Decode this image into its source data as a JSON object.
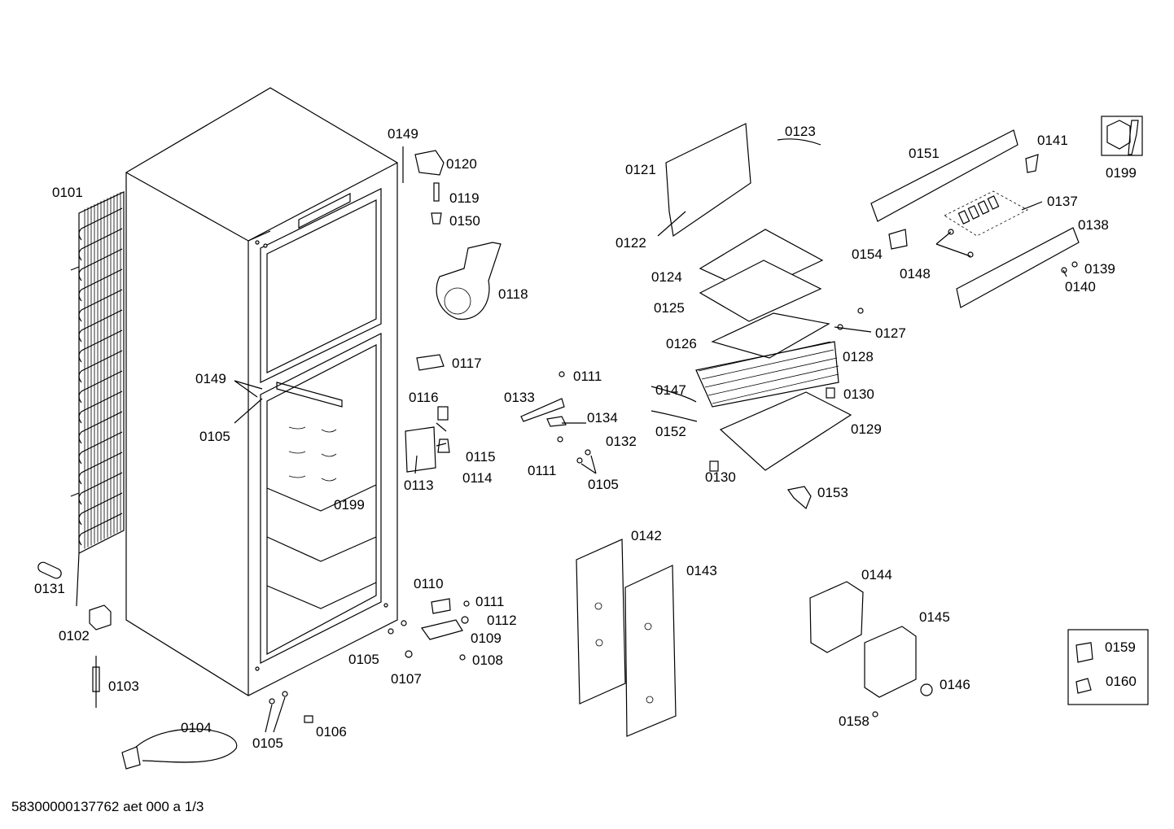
{
  "labels": {
    "l0101": "0101",
    "l0149a": "0149",
    "l0120": "0120",
    "l0119": "0119",
    "l0150": "0150",
    "l0118": "0118",
    "l0117": "0117",
    "l0149b": "0149",
    "l0105a": "0105",
    "l0116": "0116",
    "l0115": "0115",
    "l0114": "0114",
    "l0113": "0113",
    "l0199a": "0199",
    "l0131": "0131",
    "l0102": "0102",
    "l0103": "0103",
    "l0104": "0104",
    "l0105b": "0105",
    "l0106": "0106",
    "l0105c": "0105",
    "l0107": "0107",
    "l0110": "0110",
    "l0111a": "0111",
    "l0112": "0112",
    "l0109": "0109",
    "l0108": "0108",
    "l0111b": "0111",
    "l0133": "0133",
    "l0134": "0134",
    "l0132": "0132",
    "l0111c": "0111",
    "l0105d": "0105",
    "l0123": "0123",
    "l0121": "0121",
    "l0122": "0122",
    "l0124": "0124",
    "l0125": "0125",
    "l0126": "0126",
    "l0127": "0127",
    "l0128": "0128",
    "l0147": "0147",
    "l0152": "0152",
    "l0130a": "0130",
    "l0129": "0129",
    "l0130b": "0130",
    "l0153": "0153",
    "l0151": "0151",
    "l0141": "0141",
    "l0137": "0137",
    "l0138": "0138",
    "l0154": "0154",
    "l0148": "0148",
    "l0139": "0139",
    "l0140": "0140",
    "l0199b": "0199",
    "l0142": "0142",
    "l0143": "0143",
    "l0144": "0144",
    "l0145": "0145",
    "l0146": "0146",
    "l0158": "0158",
    "l0159": "0159",
    "l0160": "0160"
  },
  "footer": {
    "text": "58300000137762 aet 000 a 1/3"
  },
  "icons": {
    "service": "wrench-nut-icon"
  }
}
